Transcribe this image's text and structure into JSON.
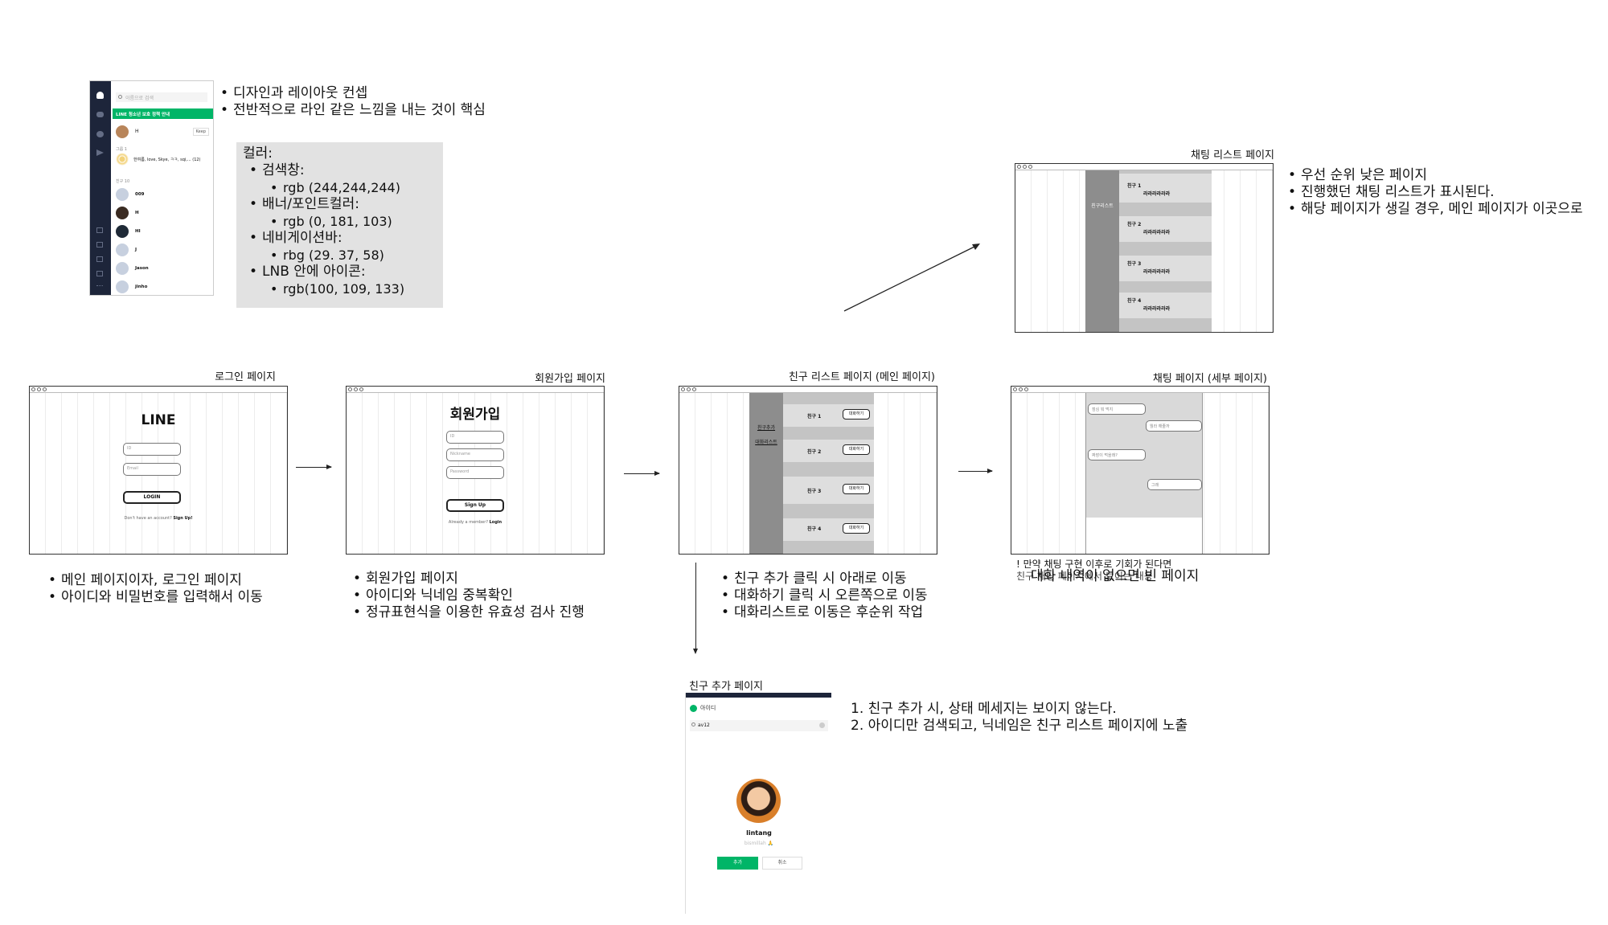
{
  "concept": {
    "bullets": [
      "디자인과 레이아웃 컨셉",
      "전반적으로 라인 같은 느낌을 내는 것이 핵심"
    ]
  },
  "colors": {
    "heading": "컬러:",
    "items": [
      {
        "label": "검색창:",
        "value": "rgb (244,244,244)",
        "hex": "#f4f4f4"
      },
      {
        "label": "배너/포인트컬러:",
        "value": "rgb (0, 181, 103)",
        "hex": "#00b567"
      },
      {
        "label": "네비게이션바:",
        "value": "rbg (29. 37, 58)",
        "hex": "#1d253a"
      },
      {
        "label": "LNB 안에 아이콘:",
        "value": "rgb(100, 109, 133)",
        "hex": "#646d85"
      }
    ]
  },
  "reference": {
    "search_placeholder": "이름으로 검색",
    "banner": "LINE 청소년 보호 정책 안내",
    "my_name": "H",
    "keep": "Keep",
    "group_header": "그룹 1",
    "group_row": "한여름, love, Skye, ㅋㅋ, sqi,... (12)",
    "friends_header": "친구 10",
    "friends": [
      "009",
      "H",
      "HI",
      "J",
      "Jason",
      "jinho"
    ]
  },
  "login": {
    "title": "로그인 페이지",
    "logo": "LINE",
    "id_ph": "ID",
    "email_ph": "Email",
    "button": "LOGIN",
    "footer_q": "Don't have an account?",
    "footer_link": "Sign Up!",
    "notes": [
      "메인 페이지이자, 로그인 페이지",
      "아이디와 비밀번호를 입력해서 이동"
    ]
  },
  "signup": {
    "title": "회원가입 페이지",
    "heading": "회원가입",
    "id_ph": "ID",
    "nick_ph": "Nickname",
    "pw_ph": "Password",
    "button": "Sign Up",
    "footer_q": "Already a member?",
    "footer_link": "Login",
    "notes": [
      "회원가입 페이지",
      "아이디와 닉네임 중복확인",
      "정규표현식을 이용한 유효성 검사 진행"
    ]
  },
  "friends": {
    "title": "친구 리스트 페이지 (메인 페이지)",
    "nav_add": "친구추가",
    "nav_chat": "대화리스트",
    "rows": [
      {
        "name": "친구 1",
        "btn": "대화하기"
      },
      {
        "name": "친구 2",
        "btn": "대화하기"
      },
      {
        "name": "친구 3",
        "btn": "대화하기"
      },
      {
        "name": "친구 4",
        "btn": "대화하기"
      }
    ],
    "notes": [
      "친구 추가 클릭 시 아래로 이동",
      "대화하기 클릭 시 오른쪽으로 이동",
      "대화리스트로 이동은 후순위 작업"
    ]
  },
  "chat": {
    "title": "채팅 페이지 (세부 페이지)",
    "bubbles": [
      "점심 뭐 먹지",
      "뭘라 해줄까",
      "짜장이 먹을래?",
      "그래"
    ],
    "note_overlap_1": "! 만약 채팅 구현 이후로 기회가 된다면",
    "note_overlap_2": "친구 채팅 페이지에서 보이는 내용",
    "note_main": "대화 내역이 없으면 빈 페이지"
  },
  "chatlist": {
    "title": "채팅 리스트 페이지",
    "nav_label": "친구리스트",
    "rows": [
      {
        "name": "친구 1",
        "msg": "라라라라라라"
      },
      {
        "name": "친구 2",
        "msg": "라라라라라라"
      },
      {
        "name": "친구 3",
        "msg": "라라라라라라"
      },
      {
        "name": "친구 4",
        "msg": "라라라라라라"
      }
    ],
    "notes": [
      "우선 순위 낮은 페이지",
      "진행했던 채팅 리스트가 표시된다.",
      "해당 페이지가 생길 경우, 메인 페이지가 이곳으로"
    ]
  },
  "addfriend": {
    "title": "친구 추가 페이지",
    "tab": "아이디",
    "query": "av12",
    "name": "lintang",
    "status": "bismillah 🙏",
    "add": "추가",
    "cancel": "취소",
    "notes": [
      "1. 친구 추가 시, 상태 메세지는 보이지 않는다.",
      "2. 아이디만 검색되고, 닉네임은 친구 리스트 페이지에 노출"
    ]
  }
}
